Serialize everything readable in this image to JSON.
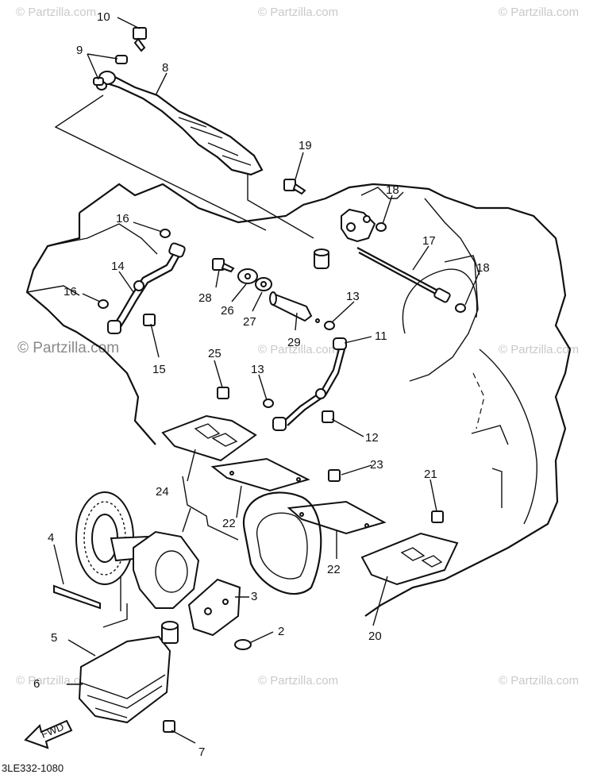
{
  "watermark": {
    "main_text": "Partzilla.com",
    "tile_text": "Partzilla.com",
    "copyright_symbol": "©"
  },
  "diagram_code": "3LE332-1080",
  "direction_badge": "FWD",
  "callouts": {
    "c2": "2",
    "c3": "3",
    "c4": "4",
    "c5": "5",
    "c6": "6",
    "c7": "7",
    "c8": "8",
    "c9": "9",
    "c10": "10",
    "c11": "11",
    "c12": "12",
    "c13a": "13",
    "c13b": "13",
    "c14": "14",
    "c15": "15",
    "c16a": "16",
    "c16b": "16",
    "c17": "17",
    "c18a": "18",
    "c18b": "18",
    "c19": "19",
    "c20": "20",
    "c21": "21",
    "c22a": "22",
    "c22b": "22",
    "c23": "23",
    "c24": "24",
    "c25": "25",
    "c26": "26",
    "c27": "27",
    "c28": "28",
    "c29": "29"
  },
  "colors": {
    "ink": "#111111",
    "watermark": "#c9c9c9",
    "watermark_main": "#8a8a8a"
  }
}
